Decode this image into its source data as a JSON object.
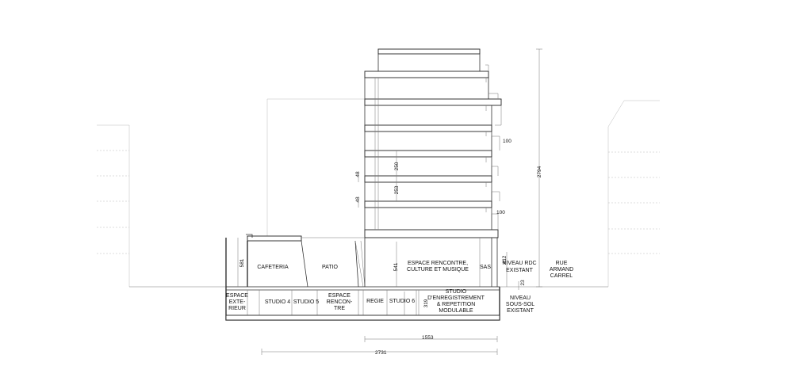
{
  "rooms": {
    "cafeteria": "CAFETERIA",
    "patio": "PATIO",
    "espace_rencontre_line1": "ESPACE RENCONTRE,",
    "espace_rencontre_line2": "CULTURE ET MUSIQUE",
    "sas": "SAS",
    "niveau_rdc_line1": "NIVEAU RDC",
    "niveau_rdc_line2": "EXISTANT",
    "rue_line1": "RUE",
    "rue_line2": "ARMAND",
    "rue_line3": "CARREL",
    "espace_ext_line1": "ESPACE",
    "espace_ext_line2": "EXTE-",
    "espace_ext_line3": "RIEUR",
    "studio4": "STUDIO 4",
    "studio5": "STUDIO 5",
    "rencontre_line1": "ESPACE",
    "rencontre_line2": "RENCON-",
    "rencontre_line3": "TRE",
    "regie": "REGIE",
    "studio6": "STUDIO 6",
    "studio_enr_line1": "STUDIO",
    "studio_enr_line2": "D'ENREGISTREMENT",
    "studio_enr_line3": "& REPETITION",
    "studio_enr_line4": "MODULABLE",
    "sous_sol_line1": "NIVEAU",
    "sous_sol_line2": "SOUS-SOL",
    "sous_sol_line3": "EXISTANT"
  },
  "dimensions": {
    "d100_top": "100",
    "d100_bottom": "100",
    "d250": "250",
    "d253": "253",
    "d48_a": "48",
    "d48_b": "48",
    "d2794": "2794",
    "d581": "581",
    "d541": "541",
    "d412": "412",
    "d23": "23",
    "d319": "319",
    "d1553": "1553",
    "d2731": "2731"
  }
}
